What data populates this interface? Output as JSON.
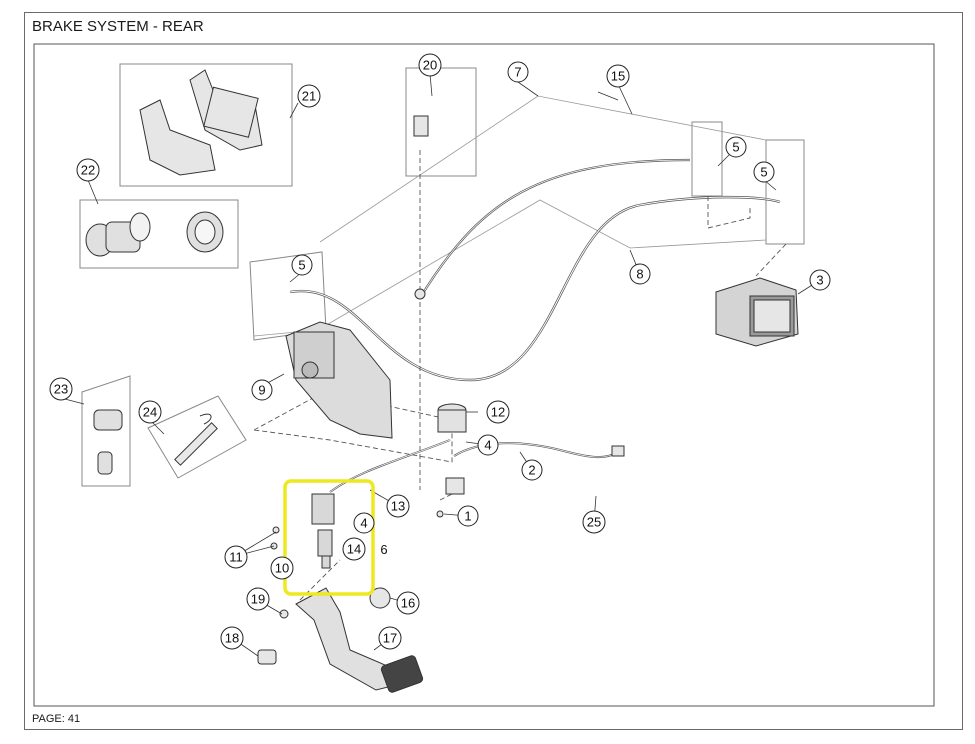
{
  "header": {
    "title": "BRAKE SYSTEM - REAR"
  },
  "footer": {
    "page_label": "PAGE: 41"
  },
  "highlight": {
    "color": "#ffff00",
    "callouts_inside": [
      "4",
      "10",
      "14"
    ]
  },
  "callouts": [
    {
      "id": "c1",
      "label": "1"
    },
    {
      "id": "c2",
      "label": "2"
    },
    {
      "id": "c3",
      "label": "3"
    },
    {
      "id": "c4a",
      "label": "4"
    },
    {
      "id": "c4b",
      "label": "4"
    },
    {
      "id": "c5a",
      "label": "5"
    },
    {
      "id": "c5b",
      "label": "5"
    },
    {
      "id": "c5c",
      "label": "5"
    },
    {
      "id": "c6",
      "label": "6"
    },
    {
      "id": "c7",
      "label": "7"
    },
    {
      "id": "c8",
      "label": "8"
    },
    {
      "id": "c9",
      "label": "9"
    },
    {
      "id": "c10",
      "label": "10"
    },
    {
      "id": "c11",
      "label": "11"
    },
    {
      "id": "c12",
      "label": "12"
    },
    {
      "id": "c13",
      "label": "13"
    },
    {
      "id": "c14",
      "label": "14"
    },
    {
      "id": "c15",
      "label": "15"
    },
    {
      "id": "c16",
      "label": "16"
    },
    {
      "id": "c17",
      "label": "17"
    },
    {
      "id": "c18",
      "label": "18"
    },
    {
      "id": "c19",
      "label": "19"
    },
    {
      "id": "c20",
      "label": "20"
    },
    {
      "id": "c21",
      "label": "21"
    },
    {
      "id": "c22",
      "label": "22"
    },
    {
      "id": "c23",
      "label": "23"
    },
    {
      "id": "c24",
      "label": "24"
    },
    {
      "id": "c25",
      "label": "25"
    }
  ]
}
